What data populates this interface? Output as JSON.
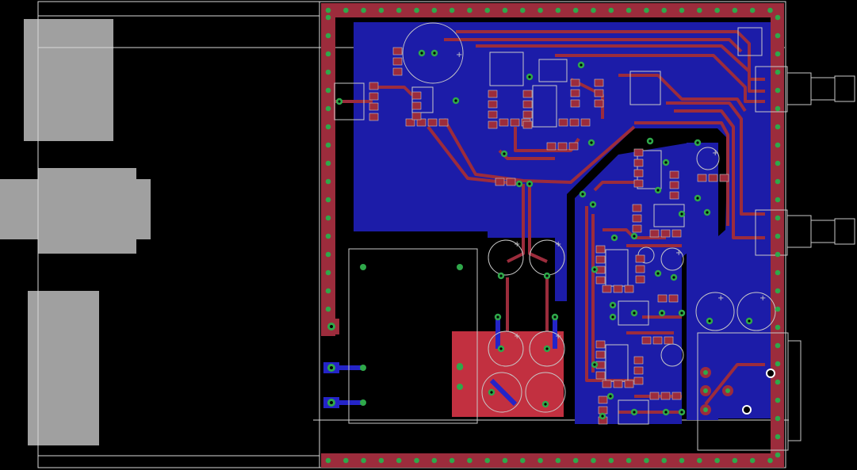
{
  "colors": {
    "background": "#000000",
    "copper_bottom": "#1c1ca8",
    "trace_top": "#9c2c3c",
    "pad": "#9c2c3c",
    "via_ring": "#2fa84a",
    "silkscreen": "#c8c8c8",
    "mechanical": "#a0a0a0",
    "outline": "#d8d8d8"
  },
  "layers": [
    "top-copper",
    "bottom-copper",
    "vias",
    "silkscreen",
    "board-outline"
  ],
  "polarity_marks": [
    "+",
    "+",
    "+",
    "+",
    "+",
    "+",
    "+",
    "+",
    "+"
  ]
}
